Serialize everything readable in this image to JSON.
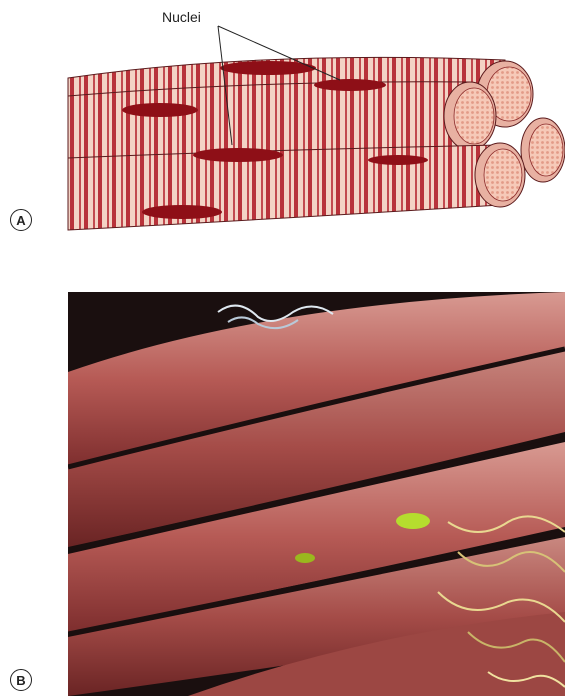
{
  "panel_a": {
    "label": "A",
    "annotation": "Nuclei"
  },
  "panel_b": {
    "label": "B"
  },
  "colors": {
    "fiber_band_dark": "#b8323a",
    "fiber_band_light": "#f3d3c5",
    "fiber_end": "#f6c9b8",
    "nucleus": "#8e0f17",
    "photo_fiber": "#b65a55",
    "photo_background": "#1a0f0f",
    "connective_tissue": "#e9d890"
  }
}
